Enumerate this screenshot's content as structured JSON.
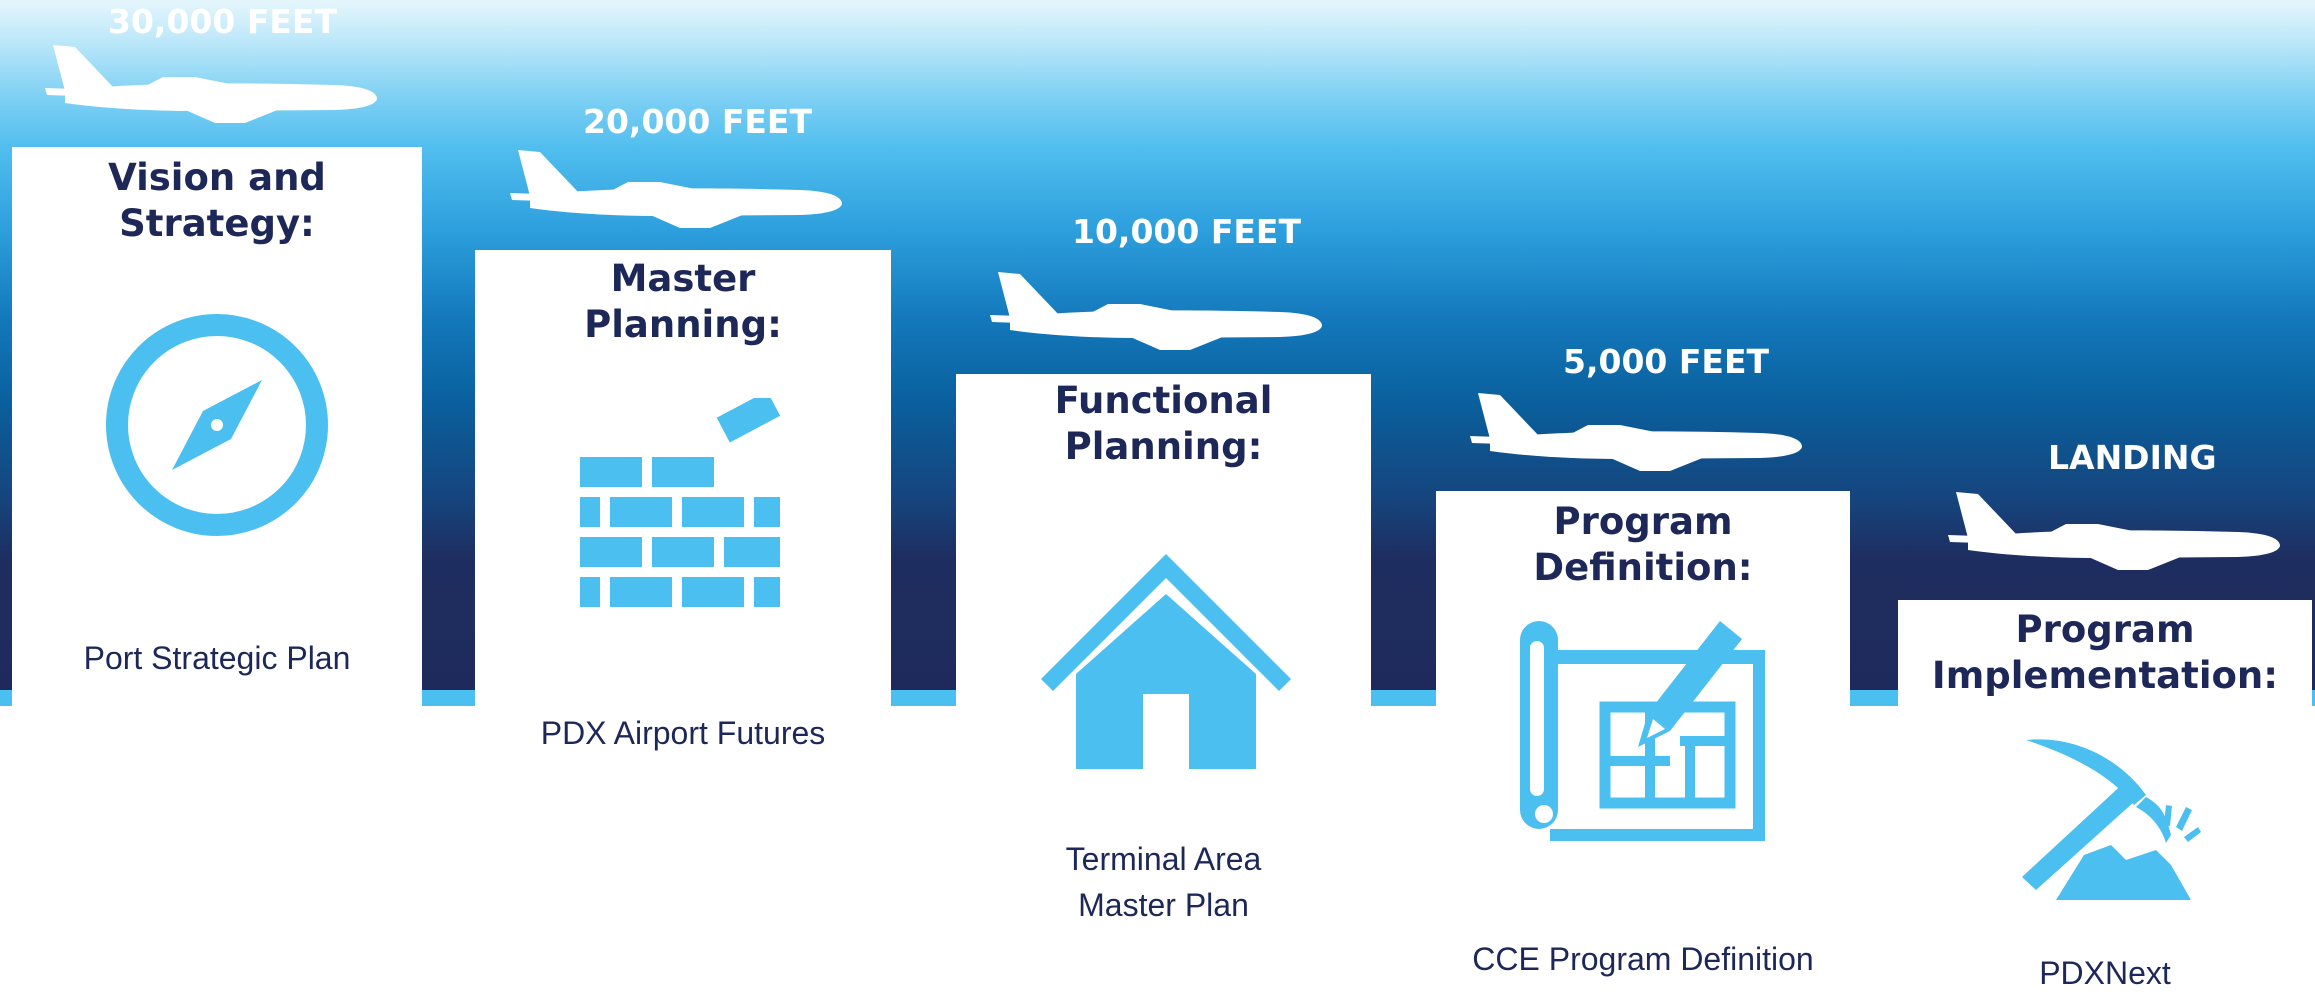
{
  "stages": [
    {
      "altitude": "30,000 FEET",
      "title": "Vision and\nStrategy:",
      "caption": "Port Strategic Plan",
      "icon": "compass-icon"
    },
    {
      "altitude": "20,000 FEET",
      "title": "Master\nPlanning:",
      "caption": "PDX Airport Futures",
      "icon": "bricks-icon"
    },
    {
      "altitude": "10,000 FEET",
      "title": "Functional\nPlanning:",
      "caption": "Terminal Area\nMaster Plan",
      "icon": "house-icon"
    },
    {
      "altitude": "5,000 FEET",
      "title": "Program\nDefinition:",
      "caption": "CCE Program Definition",
      "icon": "blueprint-pencil-icon"
    },
    {
      "altitude": "LANDING",
      "title": "Program\nImplementation:",
      "caption": "PDXNext",
      "icon": "pickaxe-icon"
    }
  ],
  "colors": {
    "accent": "#4bbfef",
    "text": "#1d2858",
    "plane": "#ffffff"
  }
}
